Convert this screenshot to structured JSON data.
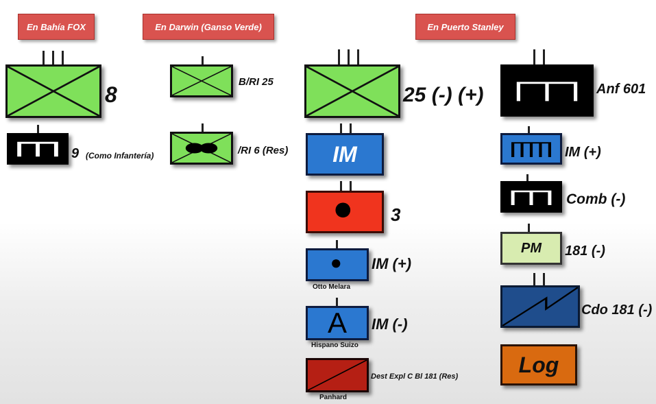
{
  "headers": {
    "fox": "En Bahía FOX",
    "darwin": "En Darwin (Ganso Verde)",
    "stanley": "En Puerto Stanley"
  },
  "labels": {
    "fox_main": "8",
    "fox_inf": "9",
    "fox_inf_note": "(Como Infantería)",
    "darwin_top": "B/RI 25",
    "darwin_res": "/RI 6 (Res)",
    "stanley_main": "25 (-) (+)",
    "im_box": "IM",
    "three": "3",
    "im_plus": "IM (+)",
    "otto": "Otto Melara",
    "hs_glyph": "A",
    "im_minus": "IM (-)",
    "hispano": "Hispano Suizo",
    "dest": "Dest Expl C Bl 181 (Res)",
    "panhard": "Panhard",
    "anf": "Anf 601",
    "im_plus2": "IM (+)",
    "comb": "Comb (-)",
    "pm_box": "PM",
    "pm_label": "181 (-)",
    "cdo": "Cdo 181 (-)",
    "log_box": "Log"
  },
  "colors": {
    "header_red": "#d9534f",
    "infantry_green": "#7fe05a",
    "marine_blue": "#2b78d0",
    "artillery_red": "#f0341e",
    "armor_crimson": "#b51f14",
    "commando_navy": "#1f4d8c",
    "police_pale": "#d8ecb0",
    "logistics_orange": "#d96a10"
  }
}
